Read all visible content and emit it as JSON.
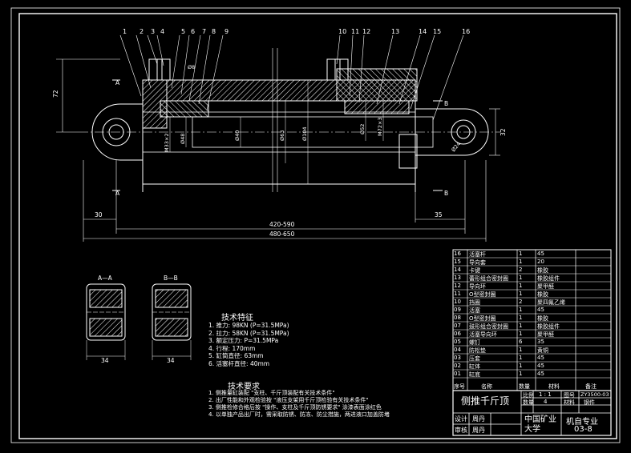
{
  "drawing": {
    "part_numbers": [
      "1",
      "2",
      "3",
      "4",
      "5",
      "6",
      "7",
      "8",
      "9",
      "10",
      "11",
      "12",
      "13",
      "14",
      "15",
      "16"
    ],
    "dimensions": {
      "height_72": "72",
      "right_32": "32",
      "len_30": "30",
      "len_35": "35",
      "len_420_590": "420-590",
      "len_480_650": "480-650",
      "m33": "M33×2",
      "d48": "Ø48",
      "d40": "Ø40",
      "d63": "Ø63",
      "d104": "Ø104",
      "d52": "Ø52",
      "m72": "M72×3",
      "d24": "Ø24",
      "d_small": "Ø8"
    },
    "section_marks": {
      "a": "A",
      "b": "B"
    },
    "sections": {
      "aa_label": "A—A",
      "bb_label": "B—B",
      "aa_width": "34",
      "bb_width": "34"
    }
  },
  "tech_features": {
    "title": "技术特征",
    "lines": [
      "1. 推力:      98KN  (P=31.5MPa)",
      "2. 拉力:      58KN   (P=31.5MPa)",
      "3. 额定压力:  P=31.5MPa",
      "4. 行程:      170mm",
      "5. 缸筒直径:  63mm",
      "6. 活塞杆直径:  40mm"
    ]
  },
  "tech_requirements": {
    "title": "技术要求",
    "lines": [
      "1. 侧推量缸装配 \"支柱、千斤顶装配有关技术条件\"",
      "2. 出厂性能和外观检验按 \"液压支架用千斤顶检验有关技术条件\"",
      "3. 侧推检修合格后按 \"操作、支柱及千斤顶防锈要求\" 涂漆表面涂红色",
      "4. 以单独产品出厂时，需采取防锈、防冻、防尘措施，两进液口加盖防堵"
    ]
  },
  "parts_table": {
    "rows": [
      [
        "16",
        "活塞杆",
        "1",
        "45"
      ],
      [
        "15",
        "导向套",
        "1",
        "20"
      ],
      [
        "14",
        "卡键",
        "2",
        "橡胶"
      ],
      [
        "13",
        "蕾形组合密封圈",
        "1",
        "橡胶组件"
      ],
      [
        "12",
        "导向环",
        "1",
        "聚甲醛"
      ],
      [
        "11",
        "O型密封圈",
        "1",
        "橡胶"
      ],
      [
        "10",
        "挡圈",
        "2",
        "聚四氟乙烯"
      ],
      [
        "09",
        "活塞",
        "1",
        "45"
      ],
      [
        "08",
        "O型密封圈",
        "1",
        "橡胶"
      ],
      [
        "07",
        "鼓形组合密封圈",
        "1",
        "橡胶组件"
      ],
      [
        "06",
        "活塞导向环",
        "1",
        "聚甲醛"
      ],
      [
        "05",
        "螺钉",
        "6",
        "35"
      ],
      [
        "04",
        "防松垫",
        "1",
        "黄铜"
      ],
      [
        "03",
        "压套",
        "1",
        "45"
      ],
      [
        "02",
        "缸体",
        "1",
        "45"
      ],
      [
        "01",
        "缸底",
        "1",
        "45"
      ]
    ],
    "header": [
      "序号",
      "名称",
      "数量",
      "材料",
      "备注"
    ]
  },
  "title_block": {
    "name": "侧推千斤顶",
    "scale_label": "比例",
    "scale_value": "1 : 1",
    "drawing_no_label": "图号",
    "drawing_no": "ZY3500-03",
    "qty_label": "数量",
    "qty_value": "4",
    "material_label": "材料",
    "material_value": "钢件",
    "design_label": "设计",
    "design_name": "周丹",
    "review_label": "审核",
    "review_name": "周丹",
    "school": "中国矿业大学",
    "major": "机自专业",
    "class": "03-8"
  }
}
